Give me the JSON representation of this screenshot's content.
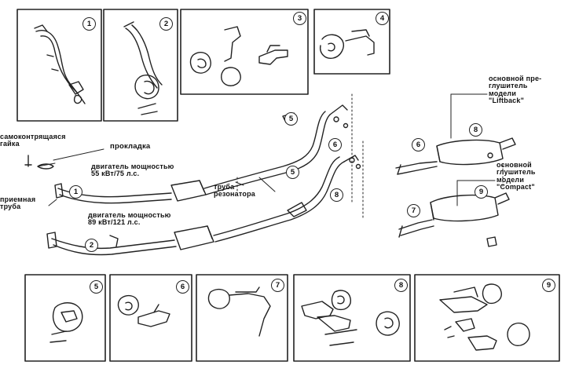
{
  "callouts": {
    "top": [
      "1",
      "2",
      "3",
      "4"
    ],
    "bottom": [
      "5",
      "6",
      "7",
      "8",
      "9"
    ],
    "main": [
      "1",
      "2",
      "5",
      "6",
      "7",
      "8",
      "9"
    ]
  },
  "labels": {
    "self_locking_nut": [
      "самоконтрящаяся",
      "гайка"
    ],
    "gasket": "прокладка",
    "engine_55": [
      "двигатель мощностью",
      "55 кВт/75 л.с."
    ],
    "engine_89": [
      "двигатель мощностью",
      "89 кВт/121 л.с."
    ],
    "exhaust_pipe": [
      "приемная",
      "труба"
    ],
    "resonator_pipe": [
      "труба",
      "резонатора"
    ],
    "main_muffler_liftback": [
      "основной пре-",
      "глушитель",
      "модели",
      "\"Liftback\""
    ],
    "main_muffler_compact": [
      "основной",
      "глушитель",
      "модели",
      "\"Compact\""
    ]
  }
}
